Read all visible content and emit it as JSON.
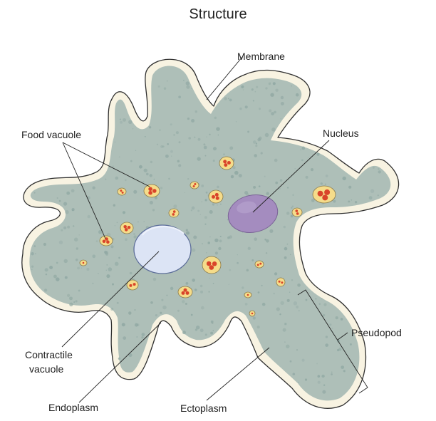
{
  "title": "Structure",
  "labels": {
    "membrane": "Membrane",
    "food_vacuole": "Food vacuole",
    "nucleus": "Nucleus",
    "contractile_line1": "Contractile",
    "contractile_line2": "vacuole",
    "pseudopod": "Pseudopod",
    "endoplasm": "Endoplasm",
    "ectoplasm": "Ectoplasm"
  },
  "colors": {
    "membrane_fill": "#f8f3e2",
    "membrane_stroke": "#2f2f2f",
    "cytoplasm": "#aebfb8",
    "granule": "#8fa7a2",
    "nucleus": "#a48cbf",
    "contractile_vacuole": "#dce4f5",
    "food_vacuole": "#f5dc8a",
    "food_particle": "#d9442a"
  },
  "icons": {
    "cell": "amoeba-illustration",
    "nucleus": "nucleus-organelle",
    "contractile_vacuole": "contractile-vacuole-organelle",
    "food_vacuole": "food-vacuole-organelle"
  }
}
